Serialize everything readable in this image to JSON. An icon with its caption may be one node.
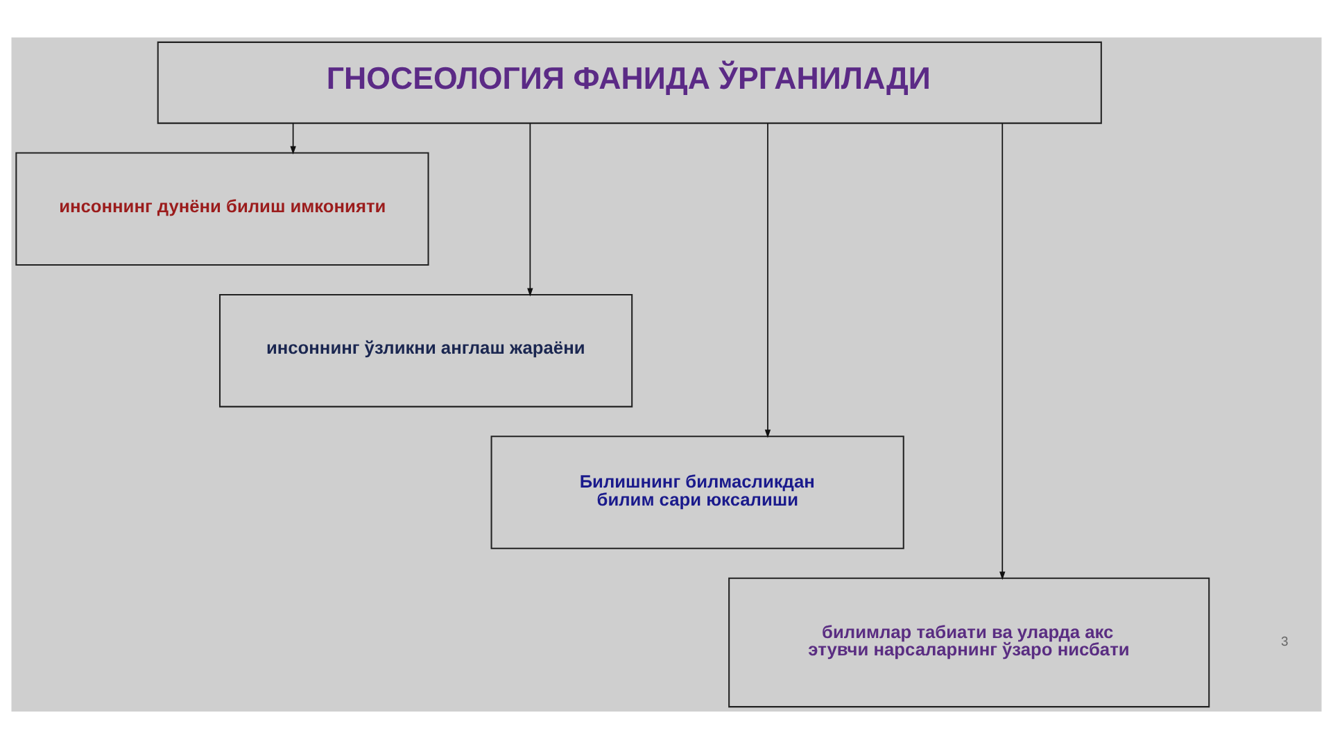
{
  "diagram": {
    "nodes": [
      {
        "text": [
          "ГНОСЕОЛОГИЯ ФАНИДА ЎРГАНИЛАДИ"
        ]
      },
      {
        "text": [
          "инсоннинг дунёни билиш имконияти"
        ]
      },
      {
        "text": [
          "инсоннинг ўзликни англаш жараёни"
        ]
      },
      {
        "text": [
          "Билишнинг билмасликдан билим сари юксалиши"
        ]
      },
      {
        "text": [
          "билимлар табиати ва уларда акс этувчи нарсаларнинг ўзаро нисбати"
        ]
      }
    ],
    "edges": [
      {
        "from": 0,
        "to": 1,
        "arrow": "to"
      },
      {
        "from": 0,
        "to": 2,
        "arrow": "to"
      },
      {
        "from": 0,
        "to": 3,
        "arrow": "to"
      },
      {
        "from": 0,
        "to": 4,
        "arrow": "to"
      }
    ],
    "labels": [
      "3"
    ]
  }
}
